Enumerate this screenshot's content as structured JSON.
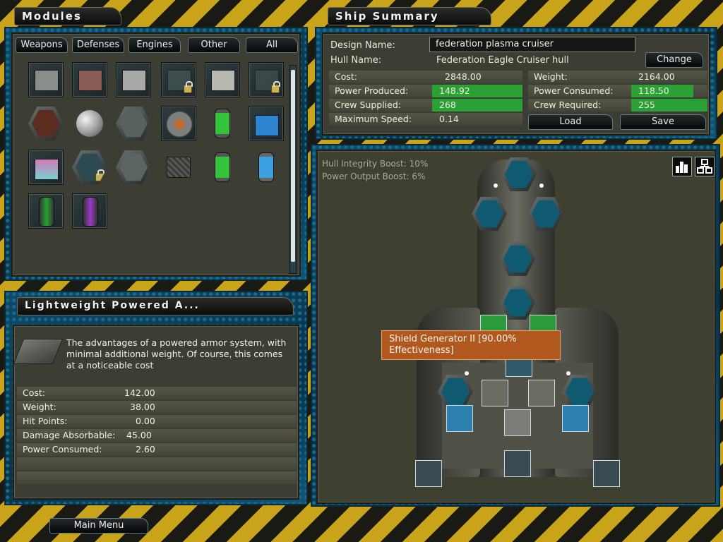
{
  "modules": {
    "title": "Modules",
    "tabs": [
      "Weapons",
      "Defenses",
      "Engines",
      "Other",
      "All"
    ]
  },
  "detail": {
    "title": "Lightweight Powered A...",
    "description": "The advantages of a powered armor system, with minimal additional weight. Of course, this comes at a noticeable cost",
    "stats": [
      {
        "label": "Cost:",
        "value": "142.00"
      },
      {
        "label": "Weight:",
        "value": "38.00"
      },
      {
        "label": "Hit Points:",
        "value": "0.00"
      },
      {
        "label": "Damage Absorbable:",
        "value": "45.00"
      },
      {
        "label": "Power Consumed:",
        "value": "2.60"
      }
    ]
  },
  "summary": {
    "title": "Ship Summary",
    "design_label": "Design Name:",
    "design_value": "federation  plasma cruiser",
    "hull_label": "Hull Name:",
    "hull_value": "Federation Eagle Cruiser hull",
    "change_label": "Change",
    "cost_label": "Cost:",
    "cost_value": "2848.00",
    "weight_label": "Weight:",
    "weight_value": "2164.00",
    "power_prod_label": "Power Produced:",
    "power_prod_value": "148.92",
    "power_cons_label": "Power Consumed:",
    "power_cons_value": "118.50",
    "crew_sup_label": "Crew Supplied:",
    "crew_sup_value": "268",
    "crew_req_label": "Crew Required:",
    "crew_req_value": "255",
    "speed_label": "Maximum Speed:",
    "speed_value": "0.14",
    "load_label": "Load",
    "save_label": "Save"
  },
  "designer": {
    "hull_boost": "Hull Integrity Boost: 10%",
    "power_boost": "Power Output Boost: 6%",
    "tooltip_line1": "Shield Generator II [90.00%",
    "tooltip_line2": "Effectiveness]"
  },
  "footer": {
    "main_menu_label": "Main Menu"
  },
  "colors": {
    "stat_good": "#2aa035",
    "tooltip_bg": "#b0581e",
    "frame_blue": "#0d4b69",
    "hazard_yellow": "#c9a41a"
  },
  "icons": [
    "bar-chart-icon",
    "hierarchy-icon",
    "lock-icon"
  ]
}
